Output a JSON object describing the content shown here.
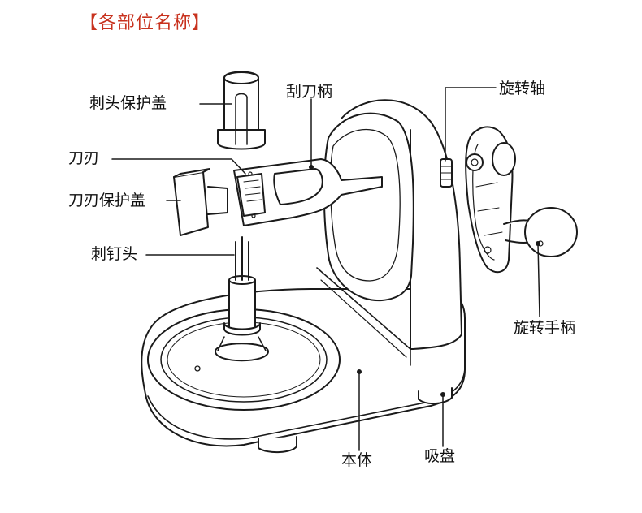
{
  "title": "【各部位名称】",
  "labels": {
    "spike_cover": "刺头保护盖",
    "peeler_handle": "刮刀柄",
    "rotating_shaft": "旋转轴",
    "blade": "刀刃",
    "blade_cover": "刀刃保护盖",
    "spike_head": "刺钉头",
    "rotating_handle": "旋转手柄",
    "body": "本体",
    "suction_cup": "吸盘"
  },
  "colors": {
    "title": "#c8321e",
    "line": "#1a1a1a"
  }
}
